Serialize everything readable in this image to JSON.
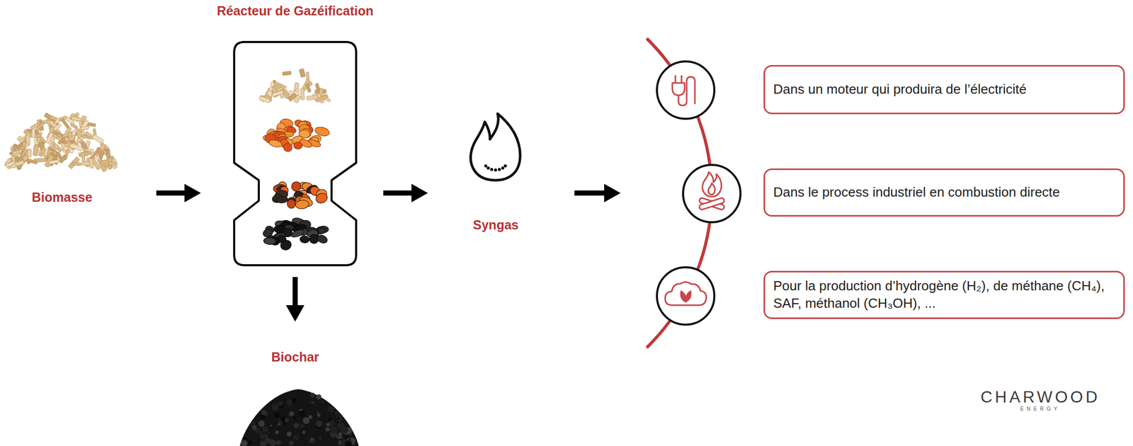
{
  "diagram": {
    "nodes": [
      {
        "text": [
          "Biomasse"
        ]
      },
      {
        "text": [
          "Réacteur de Gazéification"
        ]
      },
      {
        "text": [
          "Syngas"
        ]
      },
      {
        "text": [
          "Biochar"
        ]
      },
      {
        "text": [
          "Dans un moteur qui produira de l’électricité"
        ]
      },
      {
        "text": [
          "Dans le process industriel en combustion directe"
        ]
      },
      {
        "text": [
          "Pour la production d’hydrogène (H₂), de méthane (CH₄), SAF, méthanol (CH₃OH), ..."
        ]
      }
    ],
    "edges": [
      {
        "from": 0,
        "to": 1,
        "arrow": "to"
      },
      {
        "from": 1,
        "to": 2,
        "arrow": "to"
      },
      {
        "from": 1,
        "to": 3,
        "arrow": "to"
      }
    ],
    "labels": [
      "CHARWOOD",
      "ENERGY"
    ]
  }
}
